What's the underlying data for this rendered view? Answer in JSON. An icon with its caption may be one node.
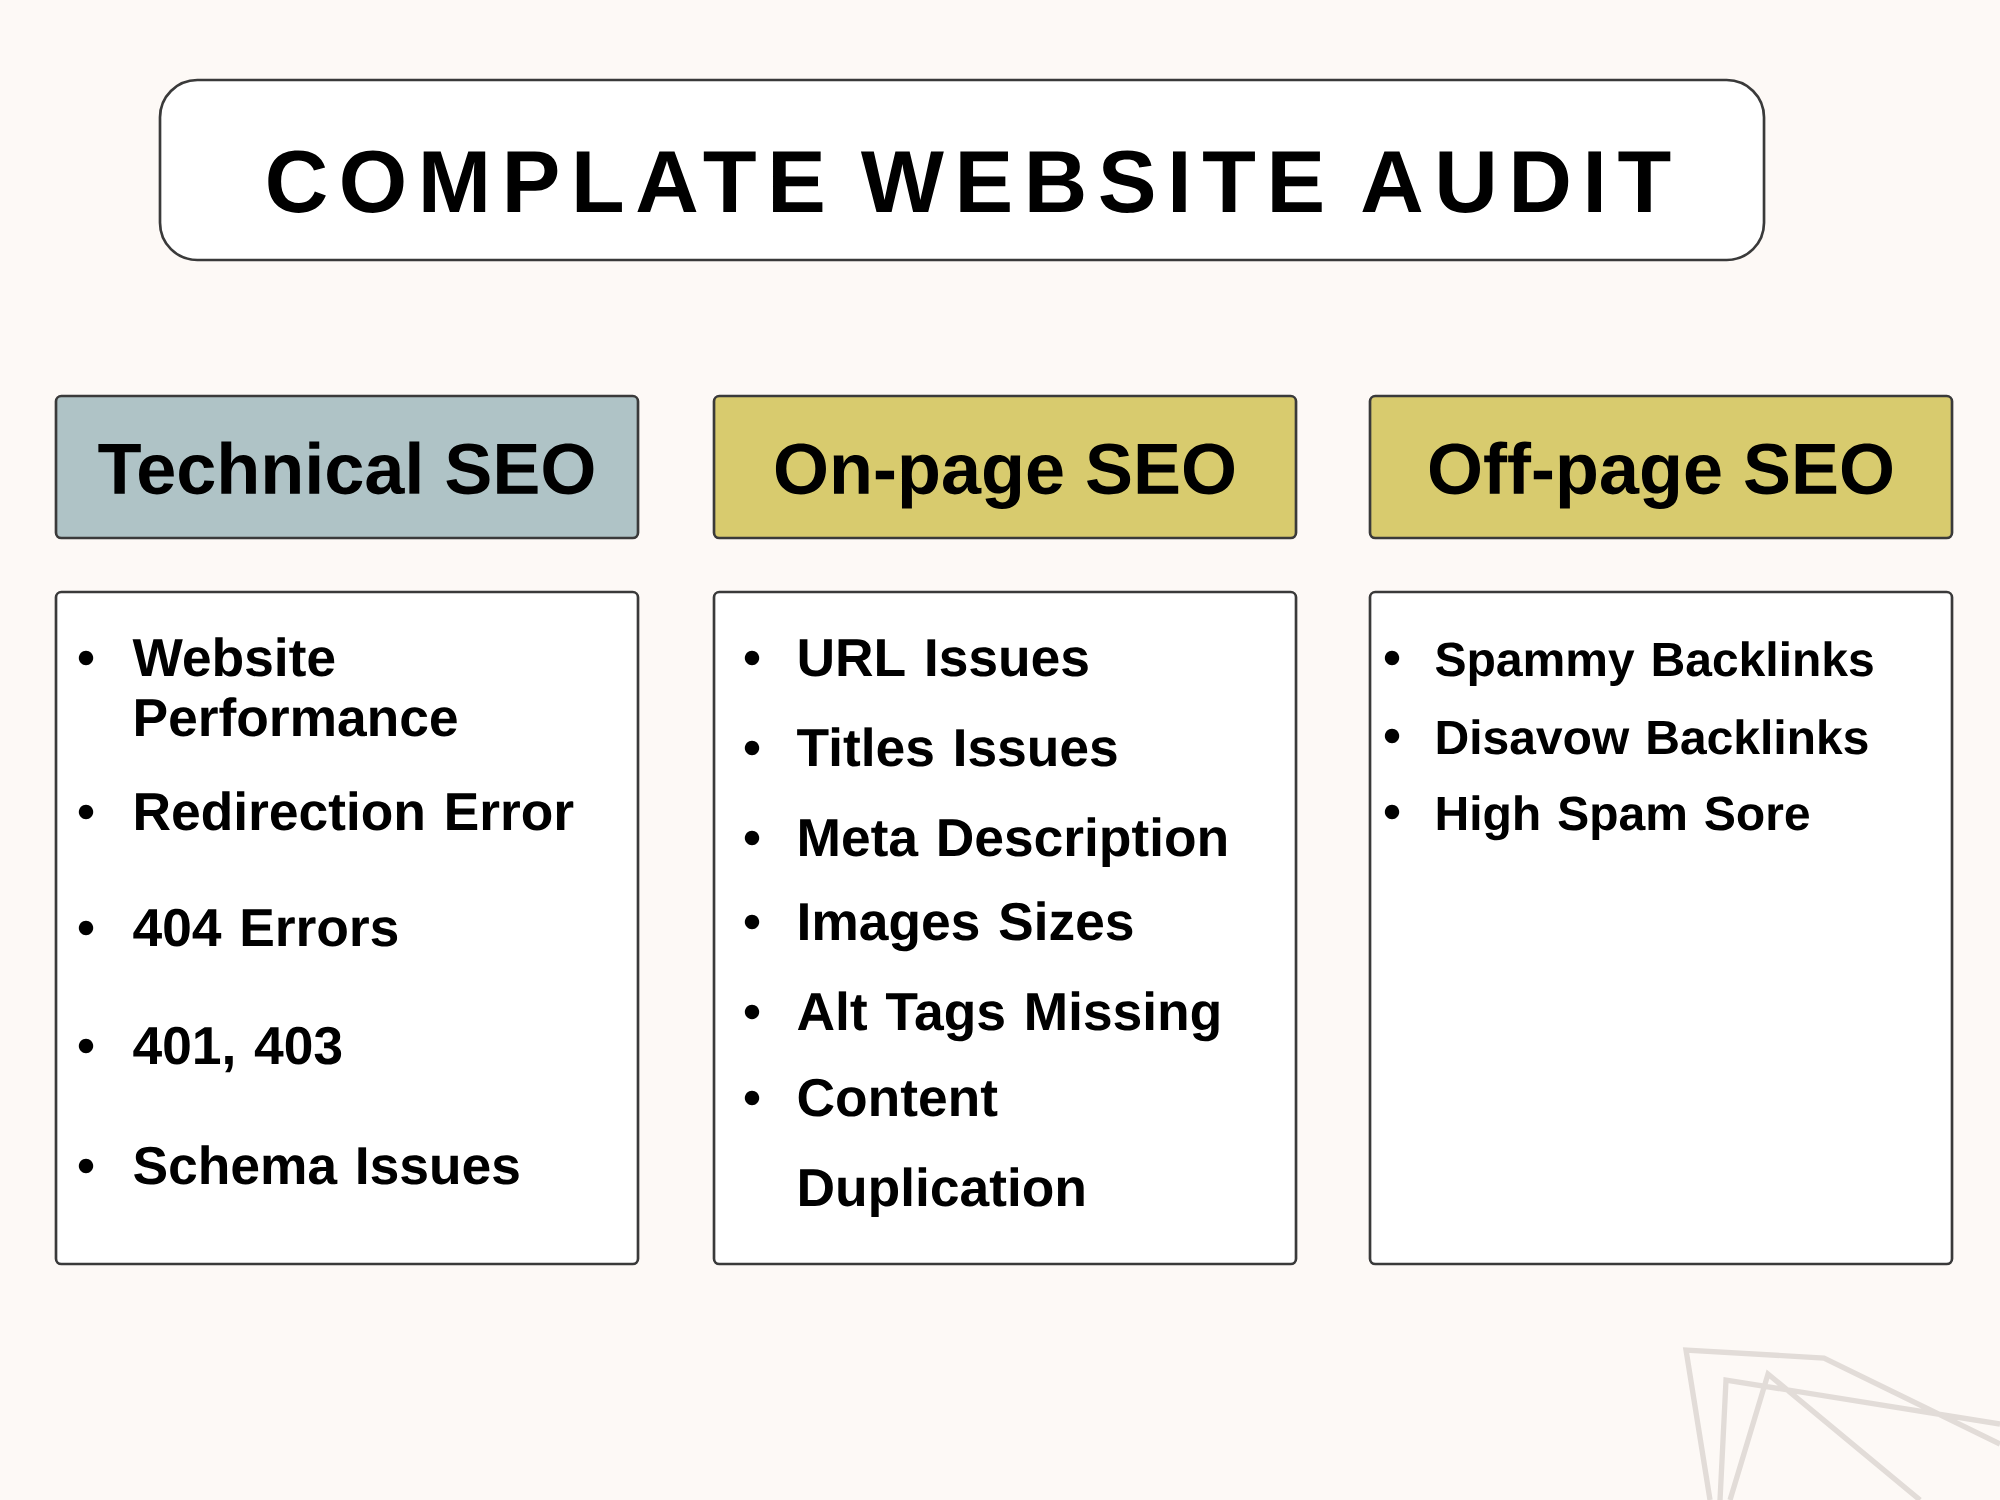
{
  "diagram": {
    "title": "COMPLATE WEBSITE AUDIT",
    "nodes": [
      {
        "text": [
          "Technical SEO"
        ]
      },
      {
        "text": [
          "On-page SEO"
        ]
      },
      {
        "text": [
          "Off-page SEO"
        ]
      },
      {
        "text": [
          "Website Performance",
          "Redirection Error",
          "404 Errors",
          "401, 403",
          "Schema Issues"
        ]
      },
      {
        "text": [
          "URL Issues",
          "Titles Issues",
          "Meta Description",
          "Images Sizes",
          "Alt Tags Missing",
          "Content Duplication"
        ]
      },
      {
        "text": [
          "Spammy Backlinks",
          "Disavow Backlinks",
          "High Spam Sore"
        ]
      }
    ]
  }
}
